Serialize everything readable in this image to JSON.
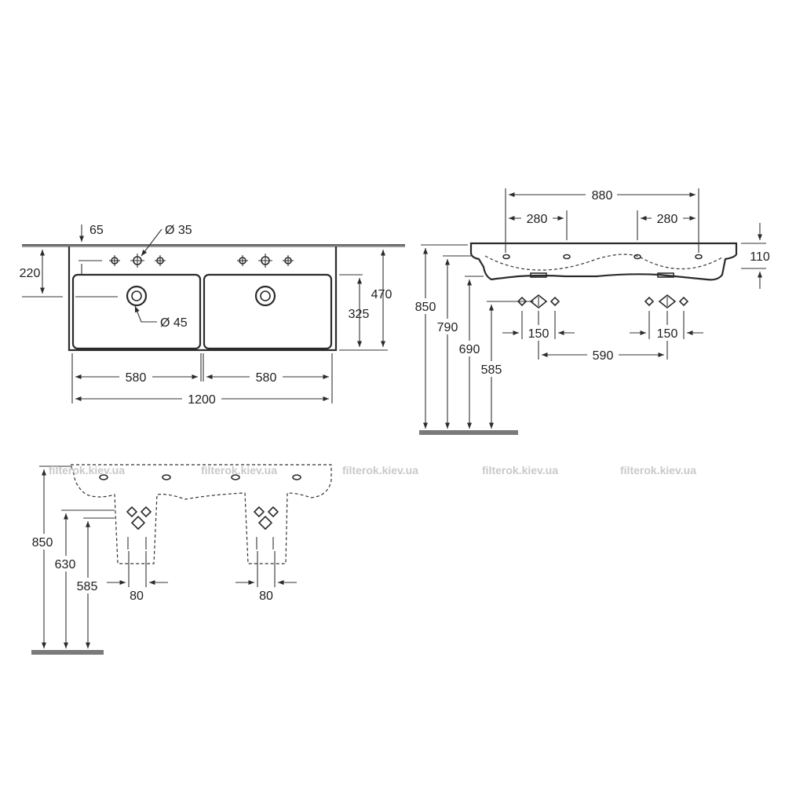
{
  "top_view": {
    "dim_top_offset": "65",
    "dim_hole_diameter": "Ø 35",
    "dim_side_220": "220",
    "dim_drain_diameter": "Ø 45",
    "dim_depth_470": "470",
    "dim_bowl_depth_325": "325",
    "dim_bowl_width_left": "580",
    "dim_bowl_width_right": "580",
    "dim_total_width": "1200"
  },
  "side_view": {
    "dim_880": "880",
    "dim_280_left": "280",
    "dim_280_right": "280",
    "dim_110": "110",
    "dim_850": "850",
    "dim_790": "790",
    "dim_690": "690",
    "dim_585": "585",
    "dim_150_left": "150",
    "dim_150_right": "150",
    "dim_590": "590"
  },
  "front_view": {
    "dim_850": "850",
    "dim_630": "630",
    "dim_585": "585",
    "dim_80_left": "80",
    "dim_80_right": "80"
  },
  "watermarks": [
    "filterok.kiev.ua",
    "filterok.kiev.ua",
    "filterok.kiev.ua",
    "filterok.kiev.ua",
    "filterok.kiev.ua"
  ]
}
